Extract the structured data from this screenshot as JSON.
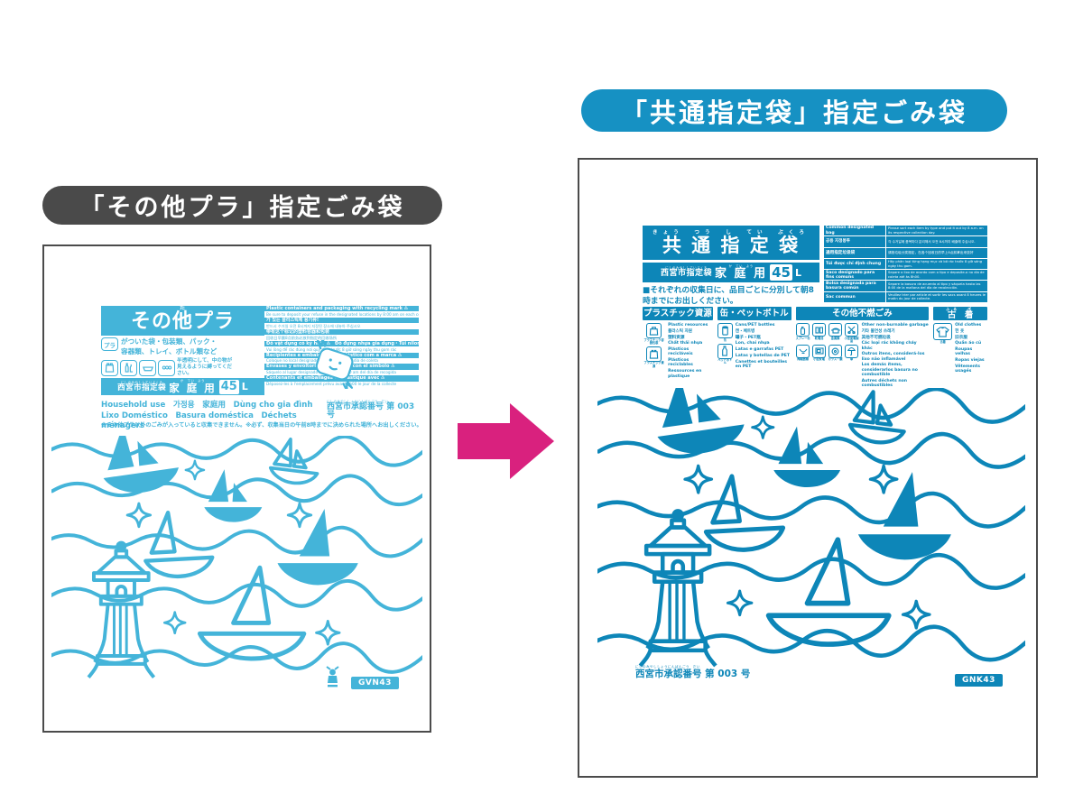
{
  "left_label": {
    "text": "「その他プラ」指定ごみ袋",
    "bg": "#4a4a4a",
    "style": "background:#4a4a4a"
  },
  "right_label": {
    "text": "「共通指定袋」指定ごみ袋",
    "bg": "#1691c3",
    "style": "background:#1691c3"
  },
  "arrow": {
    "color": "#d9217e",
    "style": "color:#d9217e"
  },
  "left_bag": {
    "ink": "#44b4d9",
    "style_vars": "--ink:#44b4d9",
    "title_prefix": "その",
    "title_ruby_base": "他",
    "title_ruby_rt": "た",
    "title_suffix": "プラ",
    "pura_mark": "プラ",
    "subtitle": "がついた袋・包装類、パック・容器類、トレイ、ボトル類など",
    "bind_note": "半透明にして、中の物が見えるように縛ってください。",
    "desig_rt_pre": "にしのみやししていぶくろ",
    "desig_rt_use": "か　てい　よう",
    "designation": {
      "left": "西宮市指定袋",
      "use": "家 庭 用",
      "size": "45",
      "unit": "L"
    },
    "lang_rows": [
      {
        "text": "Plastic containers and packaging with recycling mark ♳"
      },
      {
        "text": "Be sure to deposit your refuse in the designated locations by 8:00 am on each collection day"
      },
      {
        "text": "가 있는 플라스틱제 용기류!"
      },
      {
        "text": "반드시 수거일 오전 8시까지 지정된 장소에 내놓아 주십시오"
      },
      {
        "text": "带有这个标记的塑料容器和包装"
      },
      {
        "text": "回收日早晨8点前务必放到指定的回收场所"
      },
      {
        "text": "Đồ vật dụng có ký hiệu ♳　Đồ đựng nhựa gia dụng・Túi nilon"
      },
      {
        "text": "Vui lòng để rác đúng nơi quy định trước 8 giờ sáng ngày thu gom rác"
      },
      {
        "text": "Recipientes e embalagens de plástico com a marca ♳"
      },
      {
        "text": "Coloque no local designado até as 8 horas do dia de coleta"
      },
      {
        "text": "Envases y envoltorios de plástico con el símbolo ♳"
      },
      {
        "text": "Sáquelo al lugar designado antes de las 8:00 am del día de recogida"
      },
      {
        "text": "Contenants et emballages en plastique avec ♳"
      },
      {
        "text": "Déposez-les à l'emplacement prévu avant 8h00 le jour de la collecte"
      }
    ],
    "household_line1": "Household use　가정용　家庭用　Dùng cho gia đình",
    "household_line2": "Lixo Doméstico　Basura doméstica　Déchets ménagers",
    "approval_rt": "にしのみやししょうにんばんごう　だい",
    "approval": "西宮市承認番号 第 003 号",
    "caution": "※その他プラ以外のごみが入っていると収集できません。※必ず、収集当日の午前8時までに決められた場所へお出しください。",
    "code": "GVN43"
  },
  "right_bag": {
    "ink": "#0d86b8",
    "style_vars": "--ink:#0d86b8",
    "title_rt": "きょう　つう　し　てい　ぶくろ",
    "title": "共 通 指 定 袋",
    "desig_rt_pre": "にしのみやししていぶくろ",
    "desig_rt_use": "か　てい　よう",
    "designation": {
      "left": "西宮市指定袋",
      "use": "家 庭 用",
      "size": "45",
      "unit": "L"
    },
    "instruction": "■それぞれの収集日に、品目ごとに分別して朝8時までにお出しください。",
    "lang_table": [
      {
        "name": "Common designated bag",
        "desc": "Please sort each item by type and put it out by 8 a.m. on its respective collection day."
      },
      {
        "name": "공용 지정봉투",
        "desc": "각 수거일에 품목마다 분리해서 오전 8시까지 배출해 주십시오."
      },
      {
        "name": "通用指定垃圾袋",
        "desc": "请按垃圾分类规定，在各个回收日的早上8点前拿出来放好"
      },
      {
        "name": "Túi được chỉ định chung",
        "desc": "Hãy phân loại từng hạng mục và bỏ rác trước 8 giờ sáng ngày thu gom."
      },
      {
        "name": "Saco designado para fins comuns",
        "desc": "Separe o lixo de acordo com o tipo e deposite-o no dia de coleta até às 8h00."
      },
      {
        "name": "Bolsa designada para basura común",
        "desc": "Separe la basura de acuerdo al tipo y sáquela hasta las 8:00 de la mañana del día de recolección."
      },
      {
        "name": "Sac commun",
        "desc": "Veuillez trier par article et sortir les sacs avant 8 heures le matin du jour de collecte."
      }
    ],
    "categories": [
      {
        "header": "プラスチック資源",
        "icon_labels": [
          "プラスチック容器包装",
          "プラスチック資源"
        ],
        "lines": [
          "Plastic resources",
          "플라스틱 자원",
          "塑料资源",
          "Chất thải nhựa",
          "Plásticos recicláveis",
          "Plásticos reciclables",
          "Ressources en plastique"
        ]
      },
      {
        "header": "缶・ペットボトル",
        "icon_labels": [
          "缶",
          "ペットボトル"
        ],
        "lines": [
          "Cans/PET bottles",
          "캔・페트병",
          "罐子・PET瓶",
          "Lon, chai nhựa",
          "Latas e garrafas PET",
          "Latas y botellas de PET",
          "Canettes et bouteilles en PET"
        ]
      },
      {
        "header": "その他不燃ごみ",
        "icon_labels": [
          "スプレー缶",
          "乾電池",
          "金属類",
          "小型家電製品",
          "陶磁器類",
          "小型家電",
          "ガラス・鏡",
          "傘"
        ],
        "lines": [
          "Other non-burnable garbage",
          "기타 불연성 쓰레기",
          "其他不可燃垃圾",
          "Các loại rác không cháy khác",
          "Outros itens, considerá-los lixo não inflamável",
          "Los demás ítems, considerarlos basura no combustible",
          "Autres déchets non combustibles"
        ]
      },
      {
        "header": "古　着",
        "header_rt": "ふる　ぎ",
        "icon_labels": [
          "古着"
        ],
        "lines": [
          "Old clothes",
          "헌 옷",
          "旧衣服",
          "Quần áo cũ",
          "Roupas velhas",
          "Ropas viejas",
          "Vêtements usagés"
        ]
      }
    ],
    "approval_rt": "にしのみやししょうにんばんごう　だい",
    "approval": "西宮市承認番号 第 003 号",
    "code": "GNK43"
  }
}
